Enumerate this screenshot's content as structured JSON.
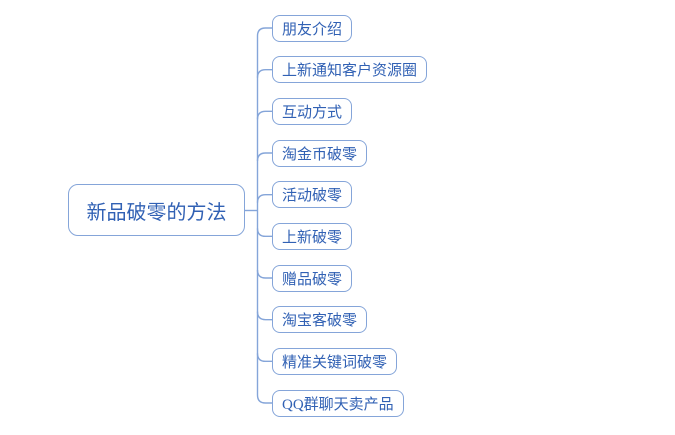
{
  "root": {
    "label": "新品破零的方法"
  },
  "children": [
    {
      "label": "朋友介绍"
    },
    {
      "label": "上新通知客户资源圈"
    },
    {
      "label": "互动方式"
    },
    {
      "label": "淘金币破零"
    },
    {
      "label": "活动破零"
    },
    {
      "label": "上新破零"
    },
    {
      "label": "赠品破零"
    },
    {
      "label": "淘宝客破零"
    },
    {
      "label": "精准关键词破零"
    },
    {
      "label": "QQ群聊天卖产品"
    }
  ],
  "colors": {
    "line": "#85a5d9",
    "text": "#3161b4",
    "background": "#ffffff"
  }
}
